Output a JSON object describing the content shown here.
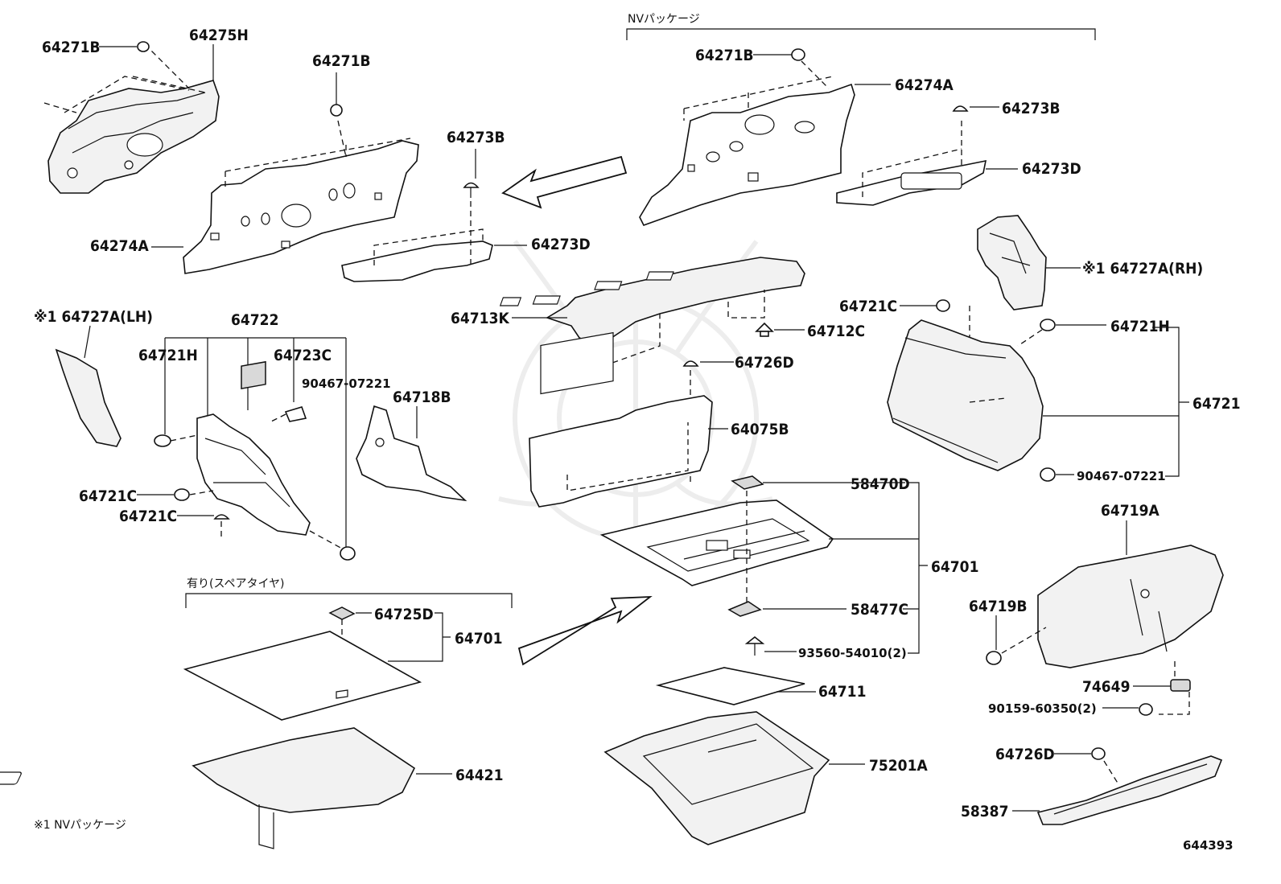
{
  "headers": {
    "nv_package": "NVパッケージ",
    "spare_tire": "有り(スペアタイヤ)",
    "footnote": "※1 NVパッケージ",
    "diagram_id": "644393"
  },
  "callouts": {
    "p64271B_tl": "64271B",
    "p64275H": "64275H",
    "p64271B_mid": "64271B",
    "p64274A_left": "64274A",
    "p64273B_mid": "64273B",
    "p64273D_mid": "64273D",
    "p64271B_nv": "64271B",
    "p64274A_nv": "64274A",
    "p64273B_nv": "64273B",
    "p64273D_nv": "64273D",
    "p64727A_LH": "※1 64727A(LH)",
    "p64722": "64722",
    "p64721H_left": "64721H",
    "p64723C": "64723C",
    "p90467_left": "90467-07221",
    "p64718B": "64718B",
    "p64721C_left1": "64721C",
    "p64721C_left2": "64721C",
    "p64713K": "64713K",
    "p64712C": "64712C",
    "p64726D_mid": "64726D",
    "p64075B": "64075B",
    "p58470D": "58470D",
    "p64701_mid": "64701",
    "p58477C": "58477C",
    "p93560": "93560-54010(2)",
    "p64711": "64711",
    "p75201A": "75201A",
    "p64727A_RH": "※1 64727A(RH)",
    "p64721C_right": "64721C",
    "p64721H_right": "64721H",
    "p64721": "64721",
    "p90467_right": "90467-07221",
    "p64719A": "64719A",
    "p64719B": "64719B",
    "p74649": "74649",
    "p90159": "90159-60350(2)",
    "p64726D_right": "64726D",
    "p58387": "58387",
    "p64725D": "64725D",
    "p64701_left": "64701",
    "p64421": "64421"
  }
}
